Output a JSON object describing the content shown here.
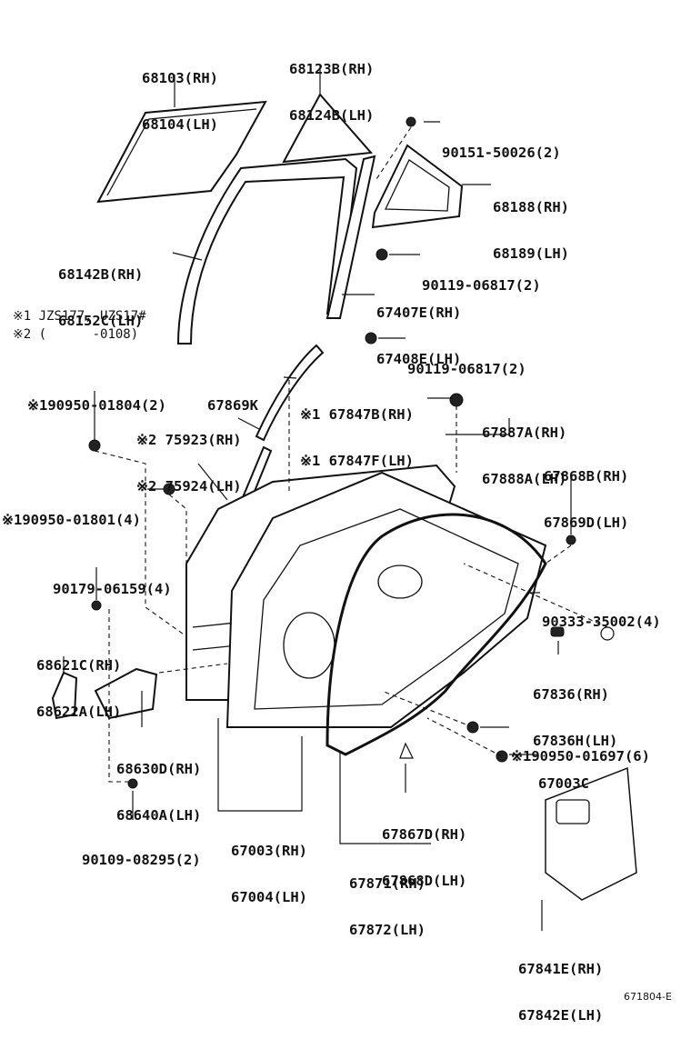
{
  "labels": {
    "glass": [
      "68103(RH)",
      "68104(LH)"
    ],
    "quarter_glass": [
      "68123B(RH)",
      "68124B(LH)"
    ],
    "screw_top": "90151-50026(2)",
    "quarter_window": [
      "68188(RH)",
      "68189(LH)"
    ],
    "run_channel": [
      "68142B(RH)",
      "68152C(LH)"
    ],
    "bolt_upper": "90119-06817(2)",
    "division_bar": [
      "67407E(RH)",
      "67408E(LH)"
    ],
    "bolt_lower": "90119-06817(2)",
    "note1": "※1 JZS177, UZS17#",
    "note2": "※2 (      -0108)",
    "clip_left": "※190950-01804(2)",
    "belt_strip": "67869K",
    "glass_run": [
      "※1 67847B(RH)",
      "※1 67847F(LH)"
    ],
    "weatherstrip_belt": [
      "※2 75923(RH)",
      "※2 75924(LH)"
    ],
    "weatherstrip_outer": [
      "67887A(RH)",
      "67888A(LH)"
    ],
    "inner_strip": [
      "67868B(RH)",
      "67869D(LH)"
    ],
    "clip_mid": "※190950-01801(4)",
    "screw_hinge": "90179-06159(4)",
    "screw_right": "90333-35002(4)",
    "hinge": [
      "68621C(RH)",
      "68622A(LH)"
    ],
    "plug": [
      "67836(RH)",
      "67836H(LH)"
    ],
    "check": [
      "68630D(RH)",
      "68640A(LH)"
    ],
    "clip_right": "※190950-01697(6)",
    "grommet": "67003C",
    "bolt_bottom": "90109-08295(2)",
    "door_panel": [
      "67003(RH)",
      "67004(LH)"
    ],
    "seal": [
      "67867D(RH)",
      "67868D(LH)"
    ],
    "door_weatherstrip": [
      "67871(RH)",
      "67872(LH)"
    ],
    "service_hole_cover": [
      "67841E(RH)",
      "67842E(LH)"
    ],
    "ref_code": "671804-E"
  }
}
